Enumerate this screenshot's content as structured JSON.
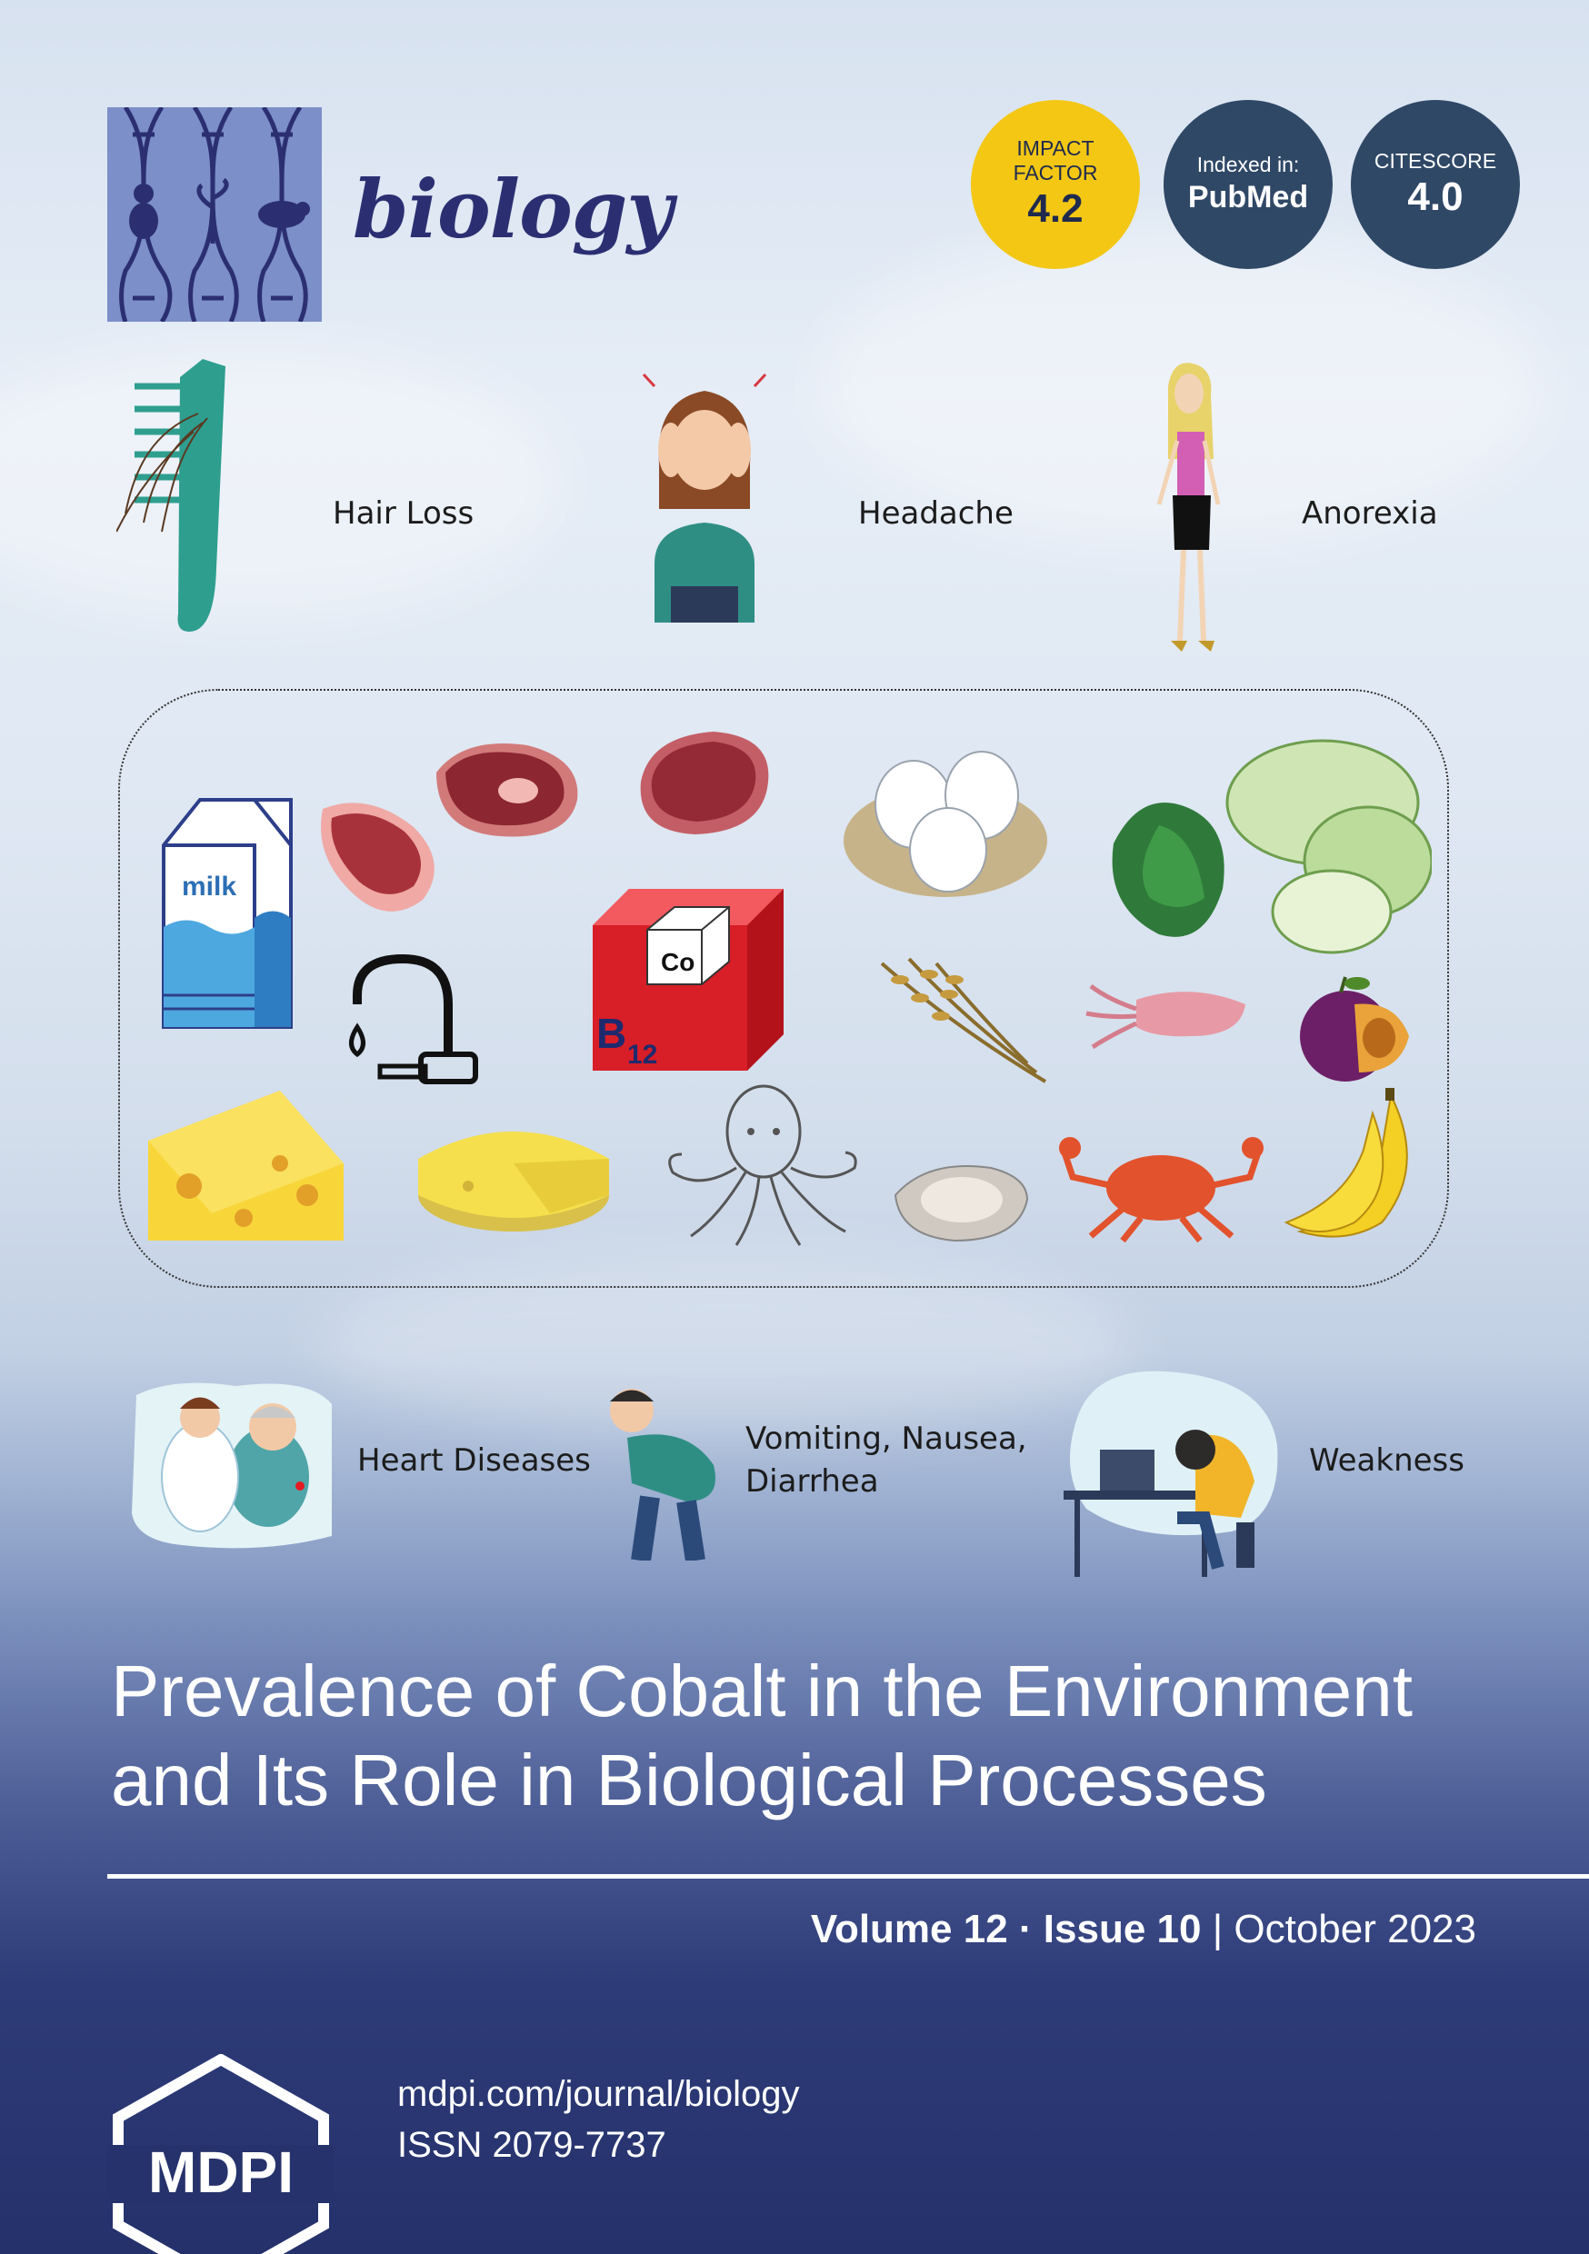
{
  "journal": {
    "name": "biology"
  },
  "badges": {
    "impact": {
      "line1": "IMPACT",
      "line2": "FACTOR",
      "value": "4.2"
    },
    "indexed": {
      "line1": "Indexed in:",
      "value": "PubMed"
    },
    "citescore": {
      "line1": "CITESCORE",
      "value": "4.0"
    }
  },
  "symptoms_top": [
    "Hair Loss",
    "Headache",
    "Anorexia"
  ],
  "symptoms_bottom": [
    "Heart Diseases",
    "Vomiting, Nausea,",
    "Diarrhea",
    "Weakness"
  ],
  "foods": {
    "milk_label": "milk",
    "b12_label": "B",
    "b12_sub": "12",
    "co_label": "Co"
  },
  "article": {
    "title_line1": "Prevalence of Cobalt in the Environment",
    "title_line2": "and Its Role in Biological Processes"
  },
  "issue": {
    "volume": "Volume 12",
    "sep": " · ",
    "issue": "Issue 10",
    "divider": " | ",
    "date": "October 2023"
  },
  "publisher": {
    "logo_text": "MDPI",
    "url": "mdpi.com/journal/biology",
    "issn": "ISSN 2079-7737"
  },
  "colors": {
    "accent_yellow": "#f3c714",
    "badge_navy": "#2f4866",
    "brand_navy": "#25316a",
    "b12_red": "#d81e27"
  },
  "icons": [
    "dna-logo-icon",
    "comb-icon",
    "headache-woman-icon",
    "anorexia-woman-icon",
    "milk-carton-icon",
    "faucet-icon",
    "b12-cube-icon",
    "meat-icon",
    "eggs-icon",
    "cabbage-icon",
    "wheat-icon",
    "squid-icon",
    "plum-icon",
    "cheese-icon",
    "octopus-icon",
    "oyster-icon",
    "crab-icon",
    "banana-icon",
    "doctor-patient-icon",
    "nausea-man-icon",
    "tired-desk-icon",
    "mdpi-hexagon-icon"
  ]
}
